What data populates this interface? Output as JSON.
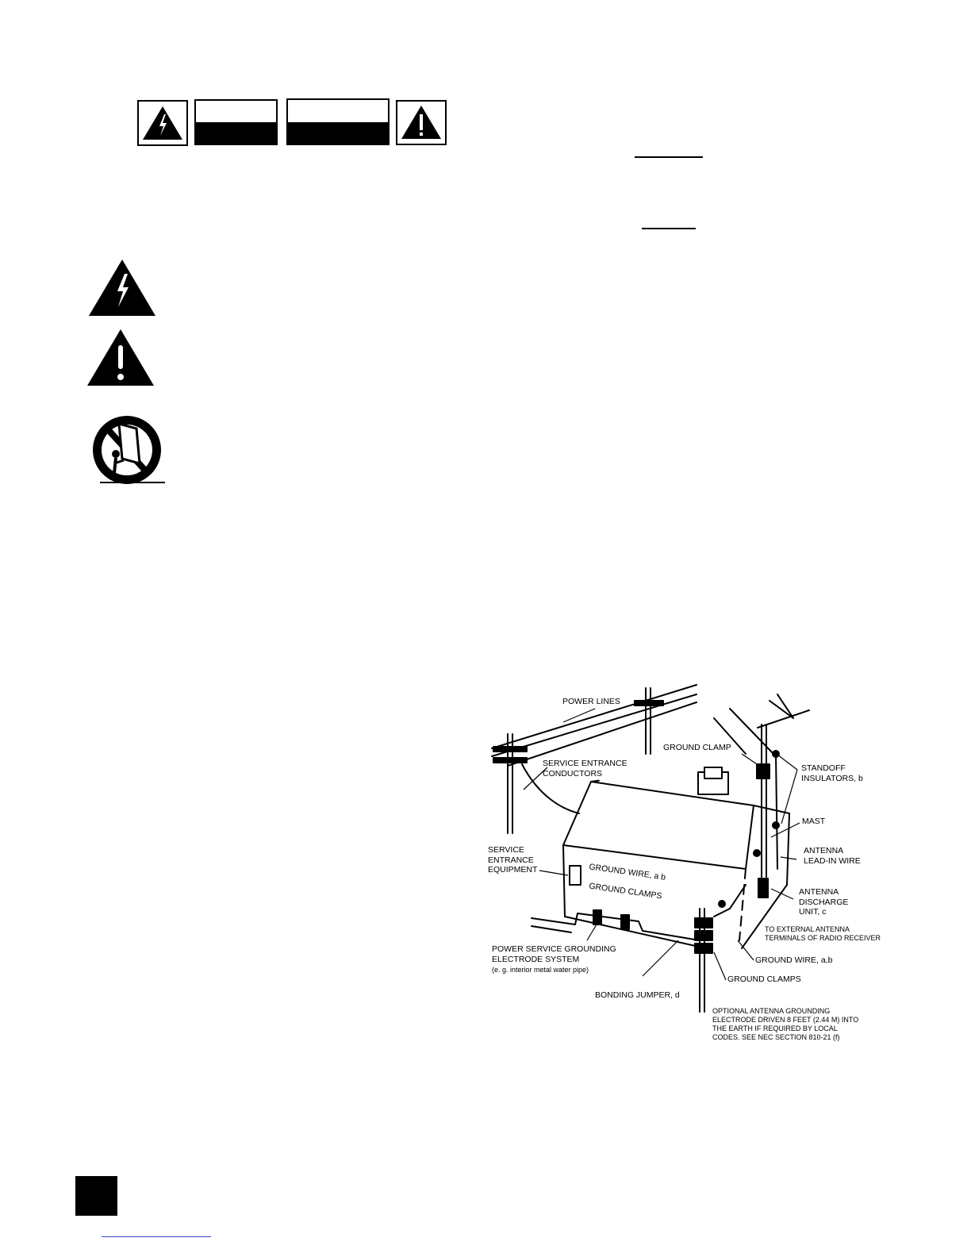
{
  "header_symbols": {
    "left_icon": "lightning-triangle-icon",
    "right_icon": "exclamation-triangle-icon",
    "panel_colors": [
      "#000000",
      "#ffffff"
    ]
  },
  "side_icons": [
    "lightning-triangle-icon",
    "exclamation-triangle-icon",
    "cart-tipover-warning-icon"
  ],
  "diagram": {
    "labels": {
      "power_lines": "POWER LINES",
      "ground_clamp": "GROUND CLAMP",
      "service_entrance_conductors": "SERVICE ENTRANCE\nCONDUCTORS",
      "standoff_insulators": "STANDOFF\nINSULATORS, b",
      "mast": "MAST",
      "antenna_lead_in": "ANTENNA\nLEAD-IN WIRE",
      "service_entrance_equipment": "SERVICE\nENTRANCE\nEQUIPMENT",
      "ground_wire_ab_roof": "GROUND WIRE, a b",
      "ground_clamps_upper": "GROUND CLAMPS",
      "antenna_discharge_unit": "ANTENNA\nDISCHARGE\nUNIT, c",
      "to_external_antenna": "TO EXTERNAL ANTENNA\nTERMINALS OF RADIO RECEIVER",
      "power_service_grounding": "POWER SERVICE GROUNDING\nELECTRODE SYSTEM",
      "water_pipe_note": "(e. g. interior metal water pipe)",
      "ground_wire_ab_lower": "GROUND WIRE, a,b",
      "ground_clamps_lower": "GROUND CLAMPS",
      "bonding_jumper": "BONDING JUMPER, d",
      "optional_electrode": "OPTIONAL ANTENNA GROUNDING\nELECTRODE DRIVEN 8 FEET (2.44 M) INTO\nTHE EARTH IF REQUIRED BY LOCAL\nCODES. SEE NEC SECTION 810-21 (f)"
    }
  },
  "colors": {
    "ink": "#000000",
    "paper": "#ffffff",
    "link": "#3344cc"
  }
}
